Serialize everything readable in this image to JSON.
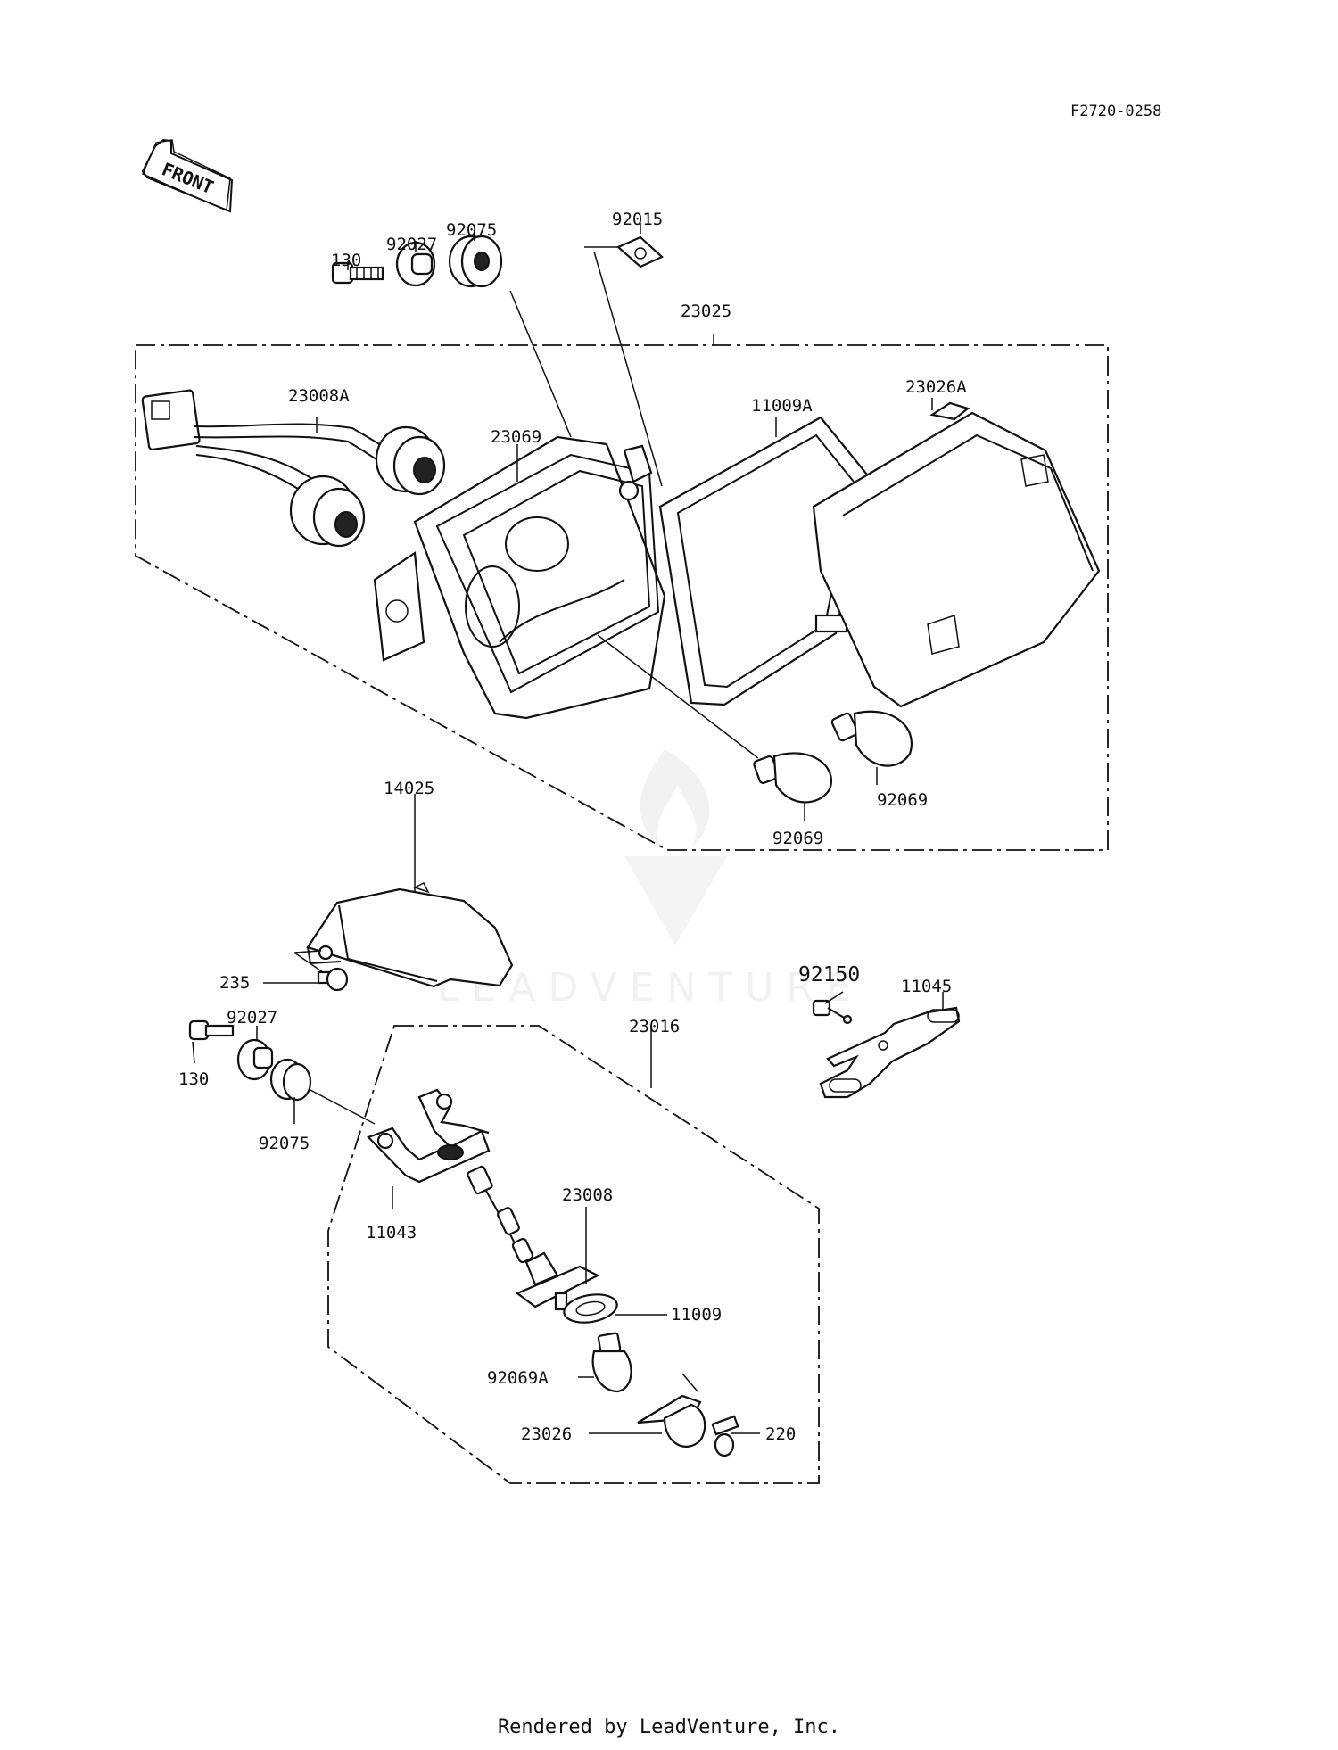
{
  "document": {
    "code": "F2720-0258",
    "footer": "Rendered by LeadVenture, Inc.",
    "watermark": "LEADVENTURE"
  },
  "front_arrow": {
    "label": "FRONT"
  },
  "labels": {
    "p130_top": "130",
    "p92027_top": "92027",
    "p92075_top": "92075",
    "p92015": "92015",
    "p23025": "23025",
    "p23008A": "23008A",
    "p23069": "23069",
    "p11009A": "11009A",
    "p23026A": "23026A",
    "p92069_a": "92069",
    "p92069_b": "92069",
    "p14025": "14025",
    "p235": "235",
    "p92150": "92150",
    "p11045": "11045",
    "p92027_low": "92027",
    "p23016": "23016",
    "p130_low": "130",
    "p92075_low": "92075",
    "p11043": "11043",
    "p23008": "23008",
    "p11009": "11009",
    "p92069A": "92069A",
    "p23026": "23026",
    "p220": "220"
  }
}
